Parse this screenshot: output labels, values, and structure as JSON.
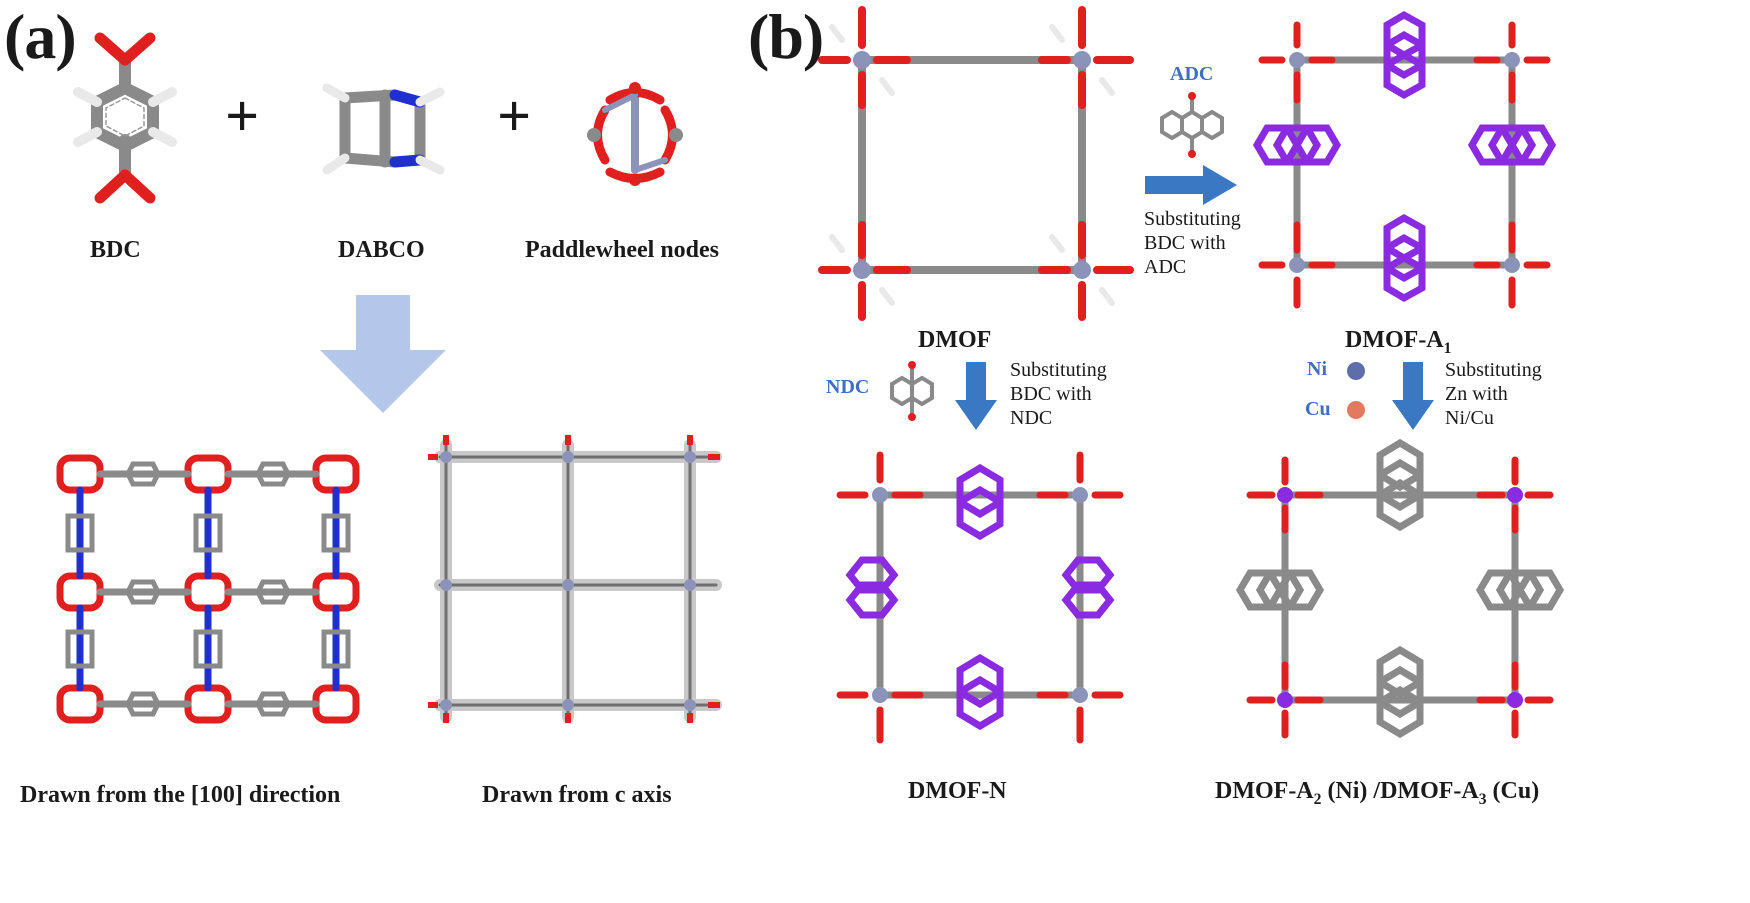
{
  "panel_a": {
    "label": "(a)",
    "components": [
      "BDC",
      "DABCO",
      "Paddlewheel nodes"
    ],
    "plus": "+",
    "views": [
      "Drawn from the [100] direction",
      "Drawn from c axis"
    ]
  },
  "panel_b": {
    "label": "(b)",
    "dmof": "DMOF",
    "dmof_a1": "DMOF-A",
    "dmof_a1_sub": "1",
    "dmof_n": "DMOF-N",
    "dmof_a23_a": "DMOF-A",
    "dmof_a23_sub2": "2",
    "dmof_a23_b": " (Ni) /DMOF-A",
    "dmof_a23_sub3": "3",
    "dmof_a23_c": " (Cu)",
    "adc_label": "ADC",
    "adc_note": [
      "Substituting",
      "BDC with",
      "ADC"
    ],
    "ndc_label": "NDC",
    "ndc_note": [
      "Substituting",
      "BDC with",
      "NDC"
    ],
    "ni_label": "Ni",
    "cu_label": "Cu",
    "metal_note": [
      "Substituting",
      "Zn with",
      "Ni/Cu"
    ]
  },
  "colors": {
    "carbon": "#8a8a8a",
    "oxygen": "#e0201e",
    "nitrogen": "#1f2fd0",
    "metal": "#8c93b8",
    "linker_purple": "#8a2be2",
    "arrow_blue": "#3a78c3",
    "arrow_light": "#b4c7ea"
  }
}
